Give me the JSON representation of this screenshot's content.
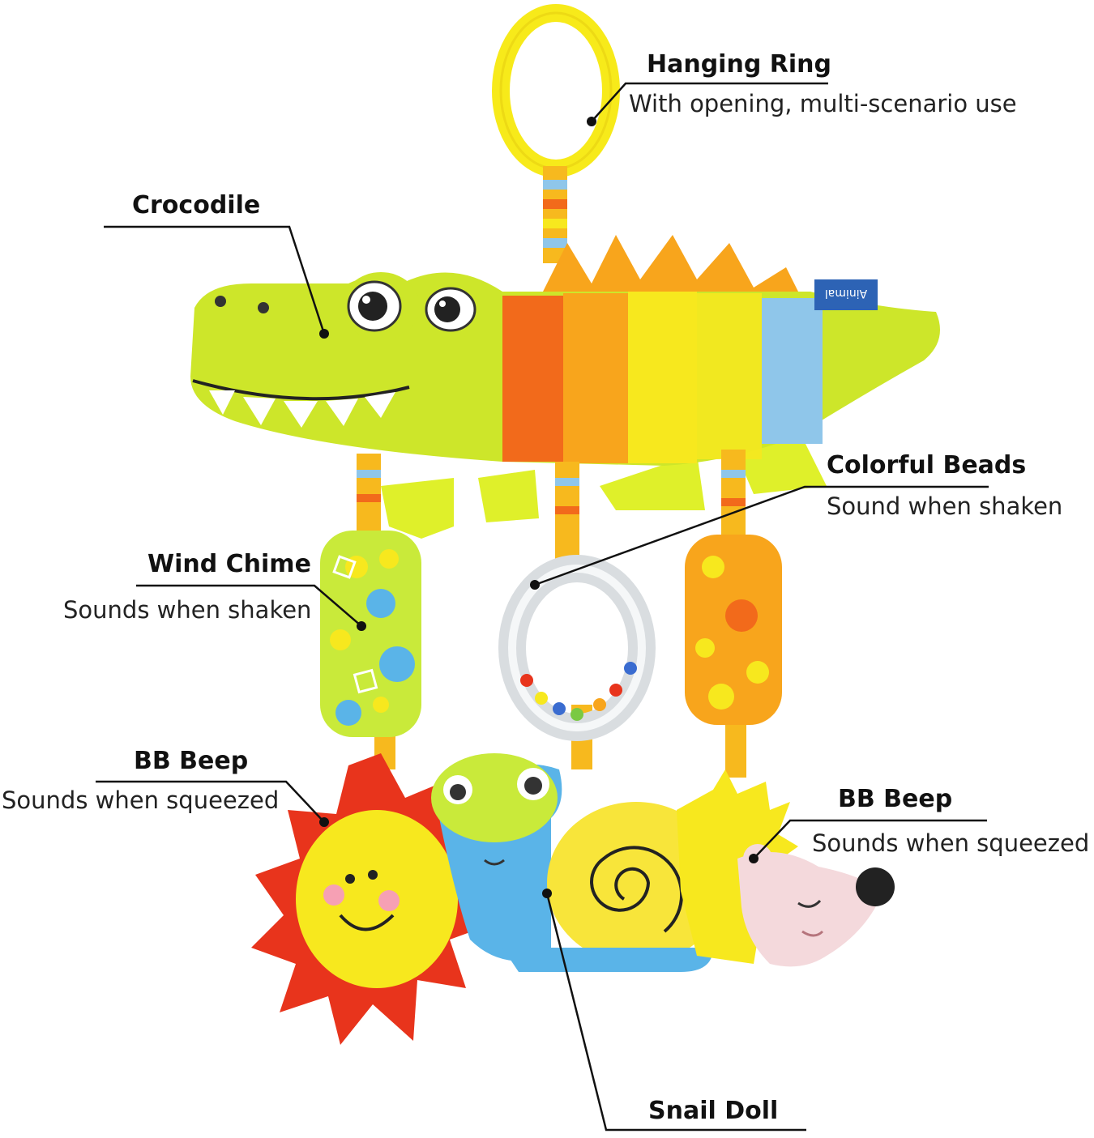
{
  "callouts": {
    "hanging_ring": {
      "title": "Hanging Ring",
      "desc": "With opening, multi-scenario use"
    },
    "crocodile": {
      "title": "Crocodile",
      "desc": ""
    },
    "colorful_beads": {
      "title": "Colorful Beads",
      "desc": "Sound when shaken"
    },
    "wind_chime": {
      "title": "Wind Chime",
      "desc": "Sounds when shaken"
    },
    "bb_beep_left": {
      "title": "BB Beep",
      "desc": "Sounds when squeezed"
    },
    "bb_beep_right": {
      "title": "BB Beep",
      "desc": "Sounds when squeezed"
    },
    "snail_doll": {
      "title": "Snail Doll",
      "desc": ""
    }
  },
  "tag_text": "Ainimal",
  "colors": {
    "ring": "#f7ea1a",
    "croc_green": "#cde62a",
    "stripe_orange": "#f26a1b",
    "stripe_amber": "#f8a51c",
    "stripe_yellow": "#f7e81e",
    "stripe_blue": "#8fc6ea",
    "lion_mane": "#e8341c",
    "snail_blue": "#5ab4e8",
    "hedgehog_pink": "#f4d9dc"
  }
}
